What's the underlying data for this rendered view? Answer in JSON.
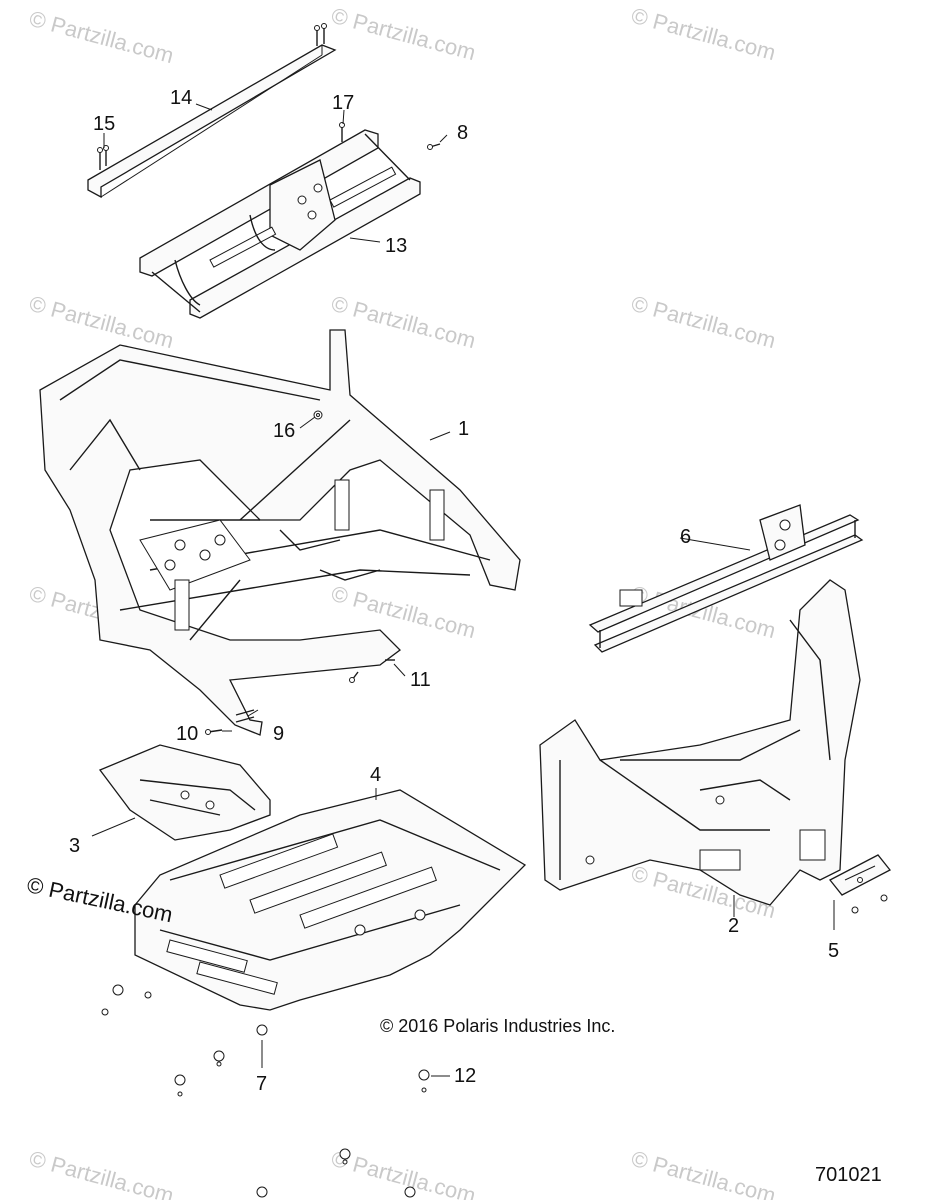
{
  "diagram": {
    "callouts": [
      "1",
      "2",
      "3",
      "4",
      "5",
      "6",
      "7",
      "8",
      "9",
      "10",
      "11",
      "12",
      "13",
      "14",
      "15",
      "16",
      "17"
    ],
    "copyright": "© 2016 Polaris Industries Inc.",
    "doc_number": "701021",
    "watermark_text": "© Partzilla.com",
    "logo_text": "© Partzilla.com"
  }
}
